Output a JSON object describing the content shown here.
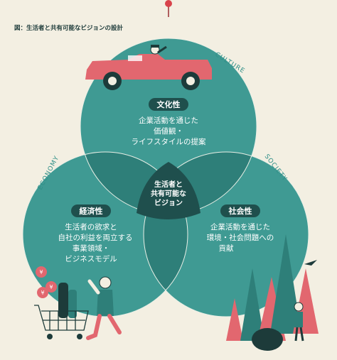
{
  "figure_title": "図：生活者と共有可能なビジョンの設計",
  "labels": {
    "culture": "CULTURE",
    "economy": "ECONOMY",
    "society": "SOCIETY"
  },
  "circles": {
    "top": {
      "title": "文化性",
      "lines": [
        "企業活動を通じた",
        "価値観・",
        "ライフスタイルの提案"
      ]
    },
    "left": {
      "title": "経済性",
      "lines": [
        "生活者の欲求と",
        "自社の利益を両立する",
        "事業領域・",
        "ビジネスモデル"
      ]
    },
    "right": {
      "title": "社会性",
      "lines": [
        "企業活動を通じた",
        "環境・社会問題への",
        "貢献"
      ]
    }
  },
  "center": {
    "lines": [
      "生活者と",
      "共有可能な",
      "ビジョン"
    ]
  },
  "colors": {
    "background": "#f3efe2",
    "circle": "#3f9a93",
    "overlap": "#2e7f79",
    "center": "#1f4f4d",
    "accent": "#e2676f",
    "dark": "#1d3b3a",
    "brand_text": "#2f8f87"
  },
  "icons": {
    "yen_coin": "¥"
  }
}
